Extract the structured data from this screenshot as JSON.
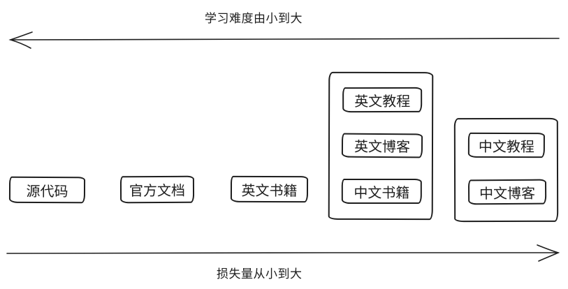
{
  "colors": {
    "stroke": "#1e1e1e",
    "background": "#ffffff"
  },
  "axes": {
    "difficulty": {
      "label": "学习难度由小到大",
      "arrow_direction": "left"
    },
    "loss": {
      "label": "损失量从小到大",
      "arrow_direction": "right"
    }
  },
  "boxes": [
    {
      "id": "source-code",
      "label": "源代码"
    },
    {
      "id": "official-docs",
      "label": "官方文档"
    },
    {
      "id": "english-books",
      "label": "英文书籍"
    }
  ],
  "groups": [
    {
      "id": "group-english-and-chinese-books",
      "items": [
        {
          "id": "english-tutorials",
          "label": "英文教程"
        },
        {
          "id": "english-blogs",
          "label": "英文博客"
        },
        {
          "id": "chinese-books",
          "label": "中文书籍"
        }
      ]
    },
    {
      "id": "group-chinese",
      "items": [
        {
          "id": "chinese-tutorials",
          "label": "中文教程"
        },
        {
          "id": "chinese-blogs",
          "label": "中文博客"
        }
      ]
    }
  ]
}
